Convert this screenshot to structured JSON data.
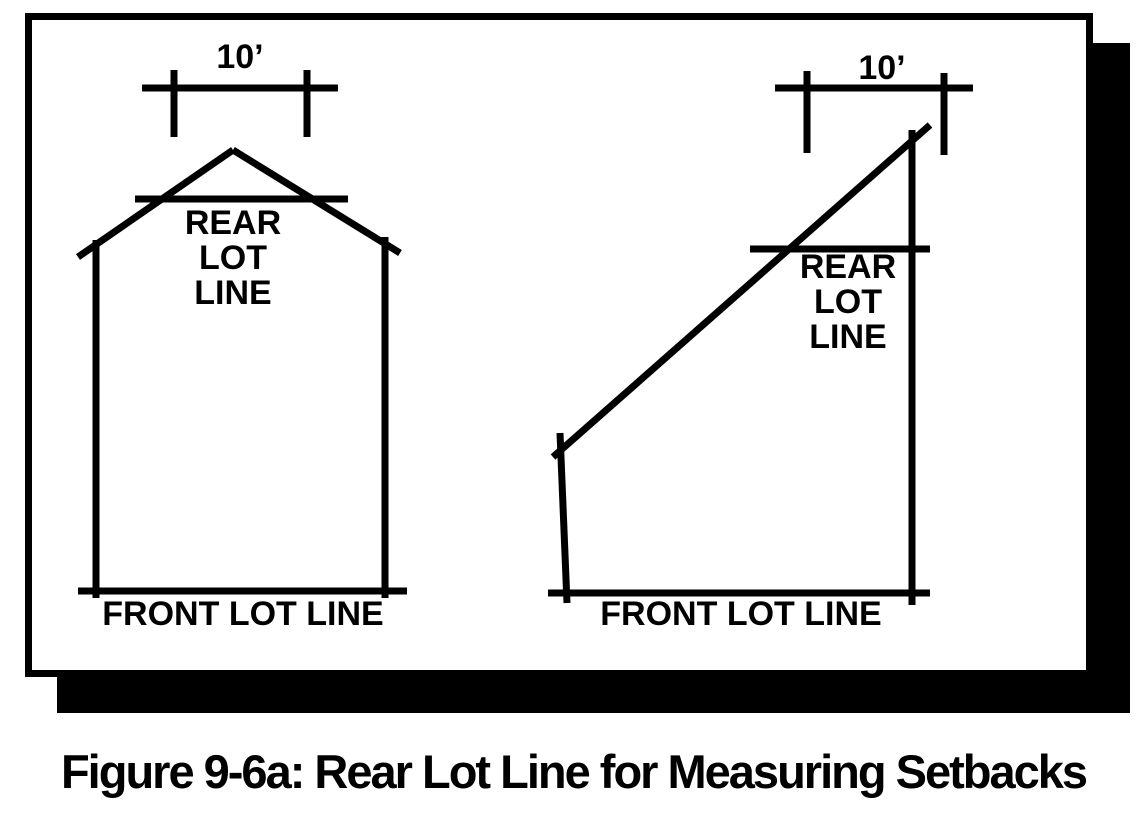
{
  "figure": {
    "caption": "Figure 9-6a: Rear Lot Line for Measuring Setbacks",
    "colors": {
      "line": "#000000",
      "background": "#ffffff",
      "shadow": "#000000"
    },
    "left_lot": {
      "dimension_label": "10’",
      "rear_label": "REAR\nLOT\nLINE",
      "front_label": "FRONT LOT LINE"
    },
    "right_lot": {
      "dimension_label": "10’",
      "rear_label": "REAR\nLOT\nLINE",
      "front_label": "FRONT LOT LINE"
    }
  }
}
